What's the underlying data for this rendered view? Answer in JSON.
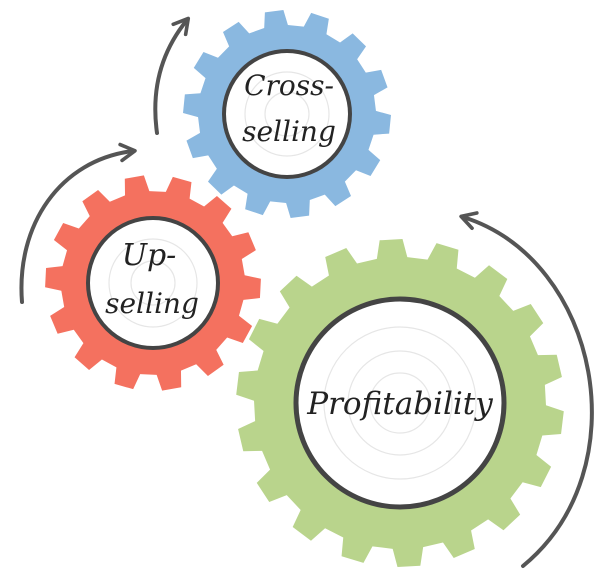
{
  "diagram": {
    "gears": [
      {
        "id": "cross-selling",
        "lines": [
          "Cross-",
          "selling"
        ],
        "color": "#8ab8e0"
      },
      {
        "id": "up-selling",
        "lines": [
          "Up-",
          "selling"
        ],
        "color": "#f4715f"
      },
      {
        "id": "profitability",
        "lines": [
          "Profitability"
        ],
        "color": "#b9d48c"
      }
    ],
    "arrow_color": "#555555",
    "flow": [
      "up-selling",
      "cross-selling",
      "profitability"
    ]
  }
}
